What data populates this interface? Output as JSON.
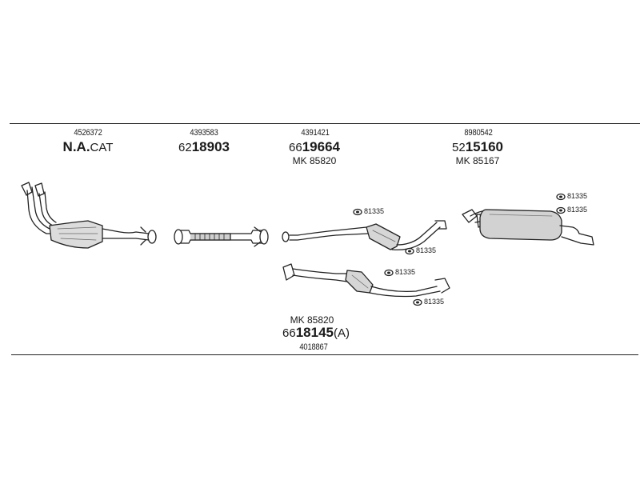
{
  "groups": [
    {
      "id": "manifold",
      "top_code": "4526372",
      "main_bold": "N.A.",
      "main_suffix": "CAT"
    },
    {
      "id": "front-pipe",
      "top_code": "4393583",
      "main_prefix": "62",
      "main_bold": "18903"
    },
    {
      "id": "middle-silencer",
      "top_code": "4391421",
      "main_prefix": "66",
      "main_bold": "19664",
      "mk": "MK  85820"
    },
    {
      "id": "rear-silencer",
      "top_code": "8980542",
      "main_prefix": "52",
      "main_bold": "15160",
      "mk": "MK  85167"
    },
    {
      "id": "alt-middle-silencer",
      "mk": "MK  85820",
      "main_prefix": "66",
      "main_bold": "18145",
      "main_suffix": "(A)",
      "bottom_code": "4018867"
    }
  ],
  "clamps": [
    {
      "id": "clamp-a",
      "label": "81335",
      "icon": "clamp-icon"
    },
    {
      "id": "clamp-b",
      "label": "81335",
      "icon": "clamp-icon"
    },
    {
      "id": "clamp-c",
      "label": "81335",
      "icon": "clamp-icon"
    },
    {
      "id": "clamp-d",
      "label": "81335",
      "icon": "clamp-icon"
    },
    {
      "id": "clamp-e",
      "label": "81335",
      "icon": "clamp-icon"
    },
    {
      "id": "clamp-f",
      "label": "81335",
      "icon": "clamp-icon"
    }
  ]
}
